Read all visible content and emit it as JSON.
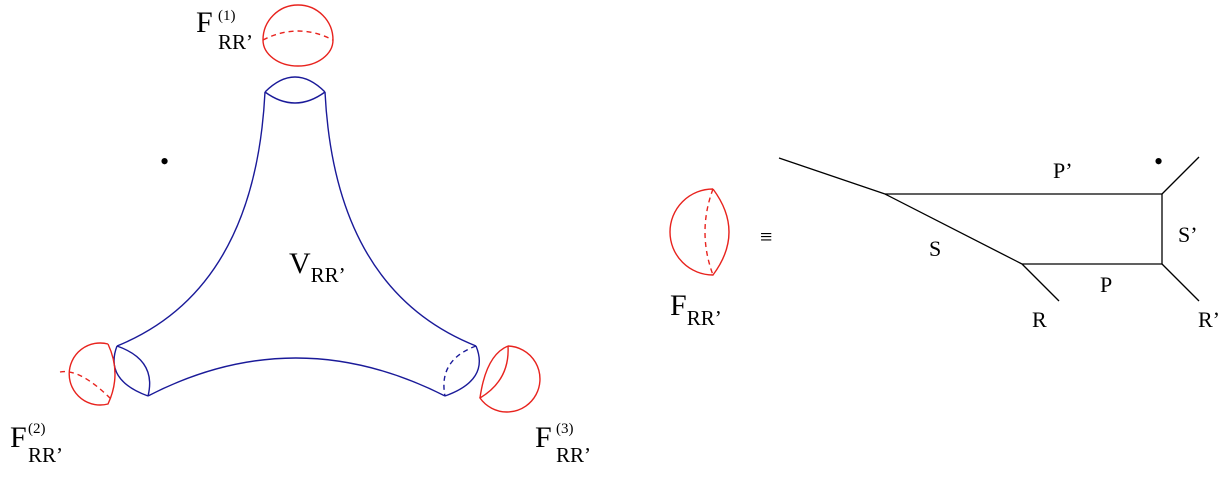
{
  "colors": {
    "vertex_surface": "#1a1a99",
    "cap": "#e8231e",
    "graph": "#000000"
  },
  "vertex_label": {
    "main": "V",
    "sub": "RR’"
  },
  "caps": [
    {
      "main": "F",
      "sub": "RR’",
      "sup": "(1)"
    },
    {
      "main": "F",
      "sub": "RR’",
      "sup": "(2)"
    },
    {
      "main": "F",
      "sub": "RR’",
      "sup": "(3)"
    }
  ],
  "equivalence": {
    "symbol": "≡",
    "cap_label": {
      "main": "F",
      "sub": "RR’"
    }
  },
  "graph_labels": {
    "p_prime": "P’",
    "s": "S",
    "s_prime": "S’",
    "p": "P",
    "r": "R",
    "r_prime": "R’"
  },
  "dots": [
    "•",
    "•"
  ]
}
